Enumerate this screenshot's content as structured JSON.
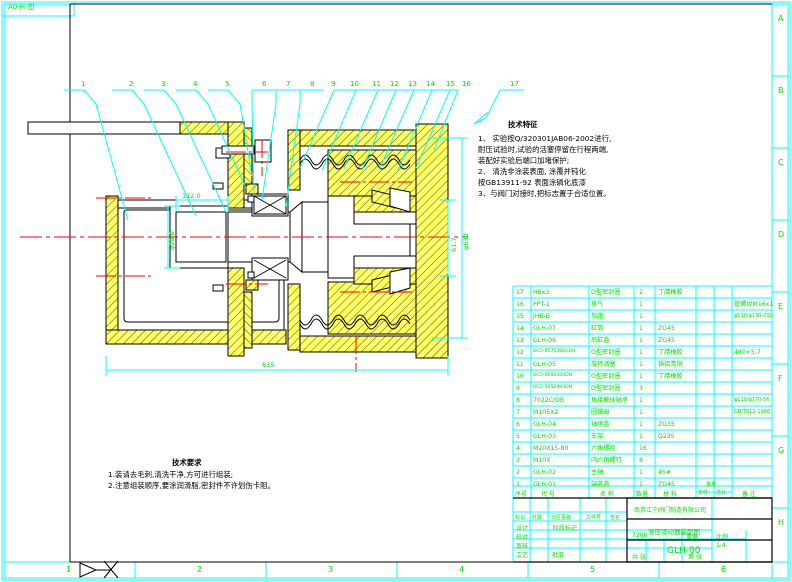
{
  "sheet": {
    "corner_label": "A0-H 图",
    "drawing_number": "GLH-00",
    "zones_bottom": [
      "1",
      "2",
      "3",
      "4",
      "5",
      "6"
    ],
    "zones_right": [
      "A",
      "B",
      "C",
      "D",
      "E",
      "F",
      "G",
      "H"
    ]
  },
  "leaders": {
    "numbers": [
      "1",
      "2",
      "3",
      "4",
      "5",
      "6",
      "7",
      "8",
      "9",
      "10",
      "11",
      "12",
      "13",
      "14",
      "15",
      "16",
      "17"
    ]
  },
  "dimensions": {
    "bore_112": "112.0",
    "shaft_d": "φ20.0",
    "right_outer": "φ630",
    "right_inner": "61.7",
    "overall_width": "835"
  },
  "tech_features": {
    "title": "技术特征",
    "lines": [
      "1、 实验按Q/320301JAB06-2002进行,",
      "     耐压试验时,试验的活塞停留在行程两端,",
      "     装配好实验后端口加堵保护;",
      "2、 清洗非涂装表面, 涂覆并钝化",
      "     按GB13911-92  表面涂磷化底漆",
      "3、与阀门对接时,把标志置于合适位置。"
    ]
  },
  "tech_requirements": {
    "title": "技术要求",
    "lines": [
      "1.装请去毛刺,清洗干净,方可进行组装;",
      "2.注意组装顺序,要涂润滑脂,密封件不许划伤卡阻。"
    ]
  },
  "bom": {
    "headers": [
      "序号",
      "代  号",
      "名  称",
      "数量",
      "材  料",
      "单件",
      "总计",
      "备  注"
    ],
    "header_weight_group": "重量",
    "rows": [
      {
        "no": "17",
        "code": "H6x3",
        "name": "O型密封圈",
        "qty": "2",
        "material": "丁腈橡胶",
        "unit": "",
        "total": "",
        "remark": ""
      },
      {
        "no": "16",
        "code": "PPT-1",
        "name": "排气",
        "qty": "1",
        "material": "",
        "unit": "",
        "total": "",
        "remark": "管螺纹M16x1"
      },
      {
        "no": "15",
        "code": "JHB-B",
        "name": "加脂",
        "qty": "1",
        "material": "",
        "unit": "",
        "total": "",
        "remark": "φ110/φ130-200"
      },
      {
        "no": "14",
        "code": "GLH-07",
        "name": "缸筒",
        "qty": "1",
        "material": "ZG45",
        "unit": "",
        "total": "",
        "remark": ""
      },
      {
        "no": "13",
        "code": "GLH-06",
        "name": "后缸盖",
        "qty": "1",
        "material": "ZG45",
        "unit": "",
        "total": "",
        "remark": ""
      },
      {
        "no": "12",
        "code": "BCO-S570386GDN",
        "name": "O型密封圈",
        "qty": "1",
        "material": "丁腈橡胶",
        "unit": "",
        "total": "",
        "remark": "480×5.7"
      },
      {
        "no": "11",
        "code": "GLH-05",
        "name": "旋转活塞",
        "qty": "1",
        "material": "铸铝青铜",
        "unit": "",
        "total": "",
        "remark": ""
      },
      {
        "no": "10",
        "code": "BCO-S500500DN",
        "name": "O型密封圈",
        "qty": "1",
        "material": "丁腈橡胶",
        "unit": "",
        "total": "",
        "remark": ""
      },
      {
        "no": "9",
        "code": "BCO-S350993DN",
        "name": "O型密封圈",
        "qty": "3",
        "material": "",
        "unit": "",
        "total": "",
        "remark": ""
      },
      {
        "no": "8",
        "code": "7022C/DB",
        "name": "角接触球轴承",
        "qty": "1",
        "material": "",
        "unit": "",
        "total": "",
        "remark": "φ110/φ170-56"
      },
      {
        "no": "7",
        "code": "M105X2",
        "name": "圆螺母",
        "qty": "1",
        "material": "",
        "unit": "",
        "total": "",
        "remark": "GB/T812-1988"
      },
      {
        "no": "6",
        "code": "GLH-04",
        "name": "轴承盖",
        "qty": "1",
        "material": "ZG35",
        "unit": "",
        "total": "",
        "remark": ""
      },
      {
        "no": "5",
        "code": "GLH-03",
        "name": "支架",
        "qty": "1",
        "material": "Q235",
        "unit": "",
        "total": "",
        "remark": ""
      },
      {
        "no": "4",
        "code": "M20X15-80",
        "name": "六角螺栓",
        "qty": "16",
        "material": "",
        "unit": "",
        "total": "",
        "remark": ""
      },
      {
        "no": "3",
        "code": "M10X",
        "name": "内六角螺钉",
        "qty": "8",
        "material": "",
        "unit": "",
        "total": "",
        "remark": ""
      },
      {
        "no": "2",
        "code": "GLH-02",
        "name": "主轴",
        "qty": "1",
        "material": "45#",
        "unit": "",
        "total": "",
        "remark": ""
      },
      {
        "no": "1",
        "code": "GLH-01",
        "name": "端盖盖",
        "qty": "1",
        "material": "ZG45",
        "unit": "",
        "total": "",
        "remark": ""
      }
    ]
  },
  "title_block": {
    "rev_headers": [
      "标记",
      "处数",
      "分区更改",
      "文件号",
      "签名"
    ],
    "row_labels": [
      "设计",
      "校对",
      "审核",
      "工艺",
      "批准"
    ],
    "stage_label": "阶段标记",
    "weight_label": "重量",
    "scale_label": "比例",
    "stage_value": "7208",
    "sheet_label": "共  张",
    "sheet_no_label": "第  张",
    "scale_value": "1:4",
    "company": "南京江宁阀门制造有限公司",
    "part_title": "液压驱动器装配图",
    "drawing_no": "GLH-00"
  }
}
